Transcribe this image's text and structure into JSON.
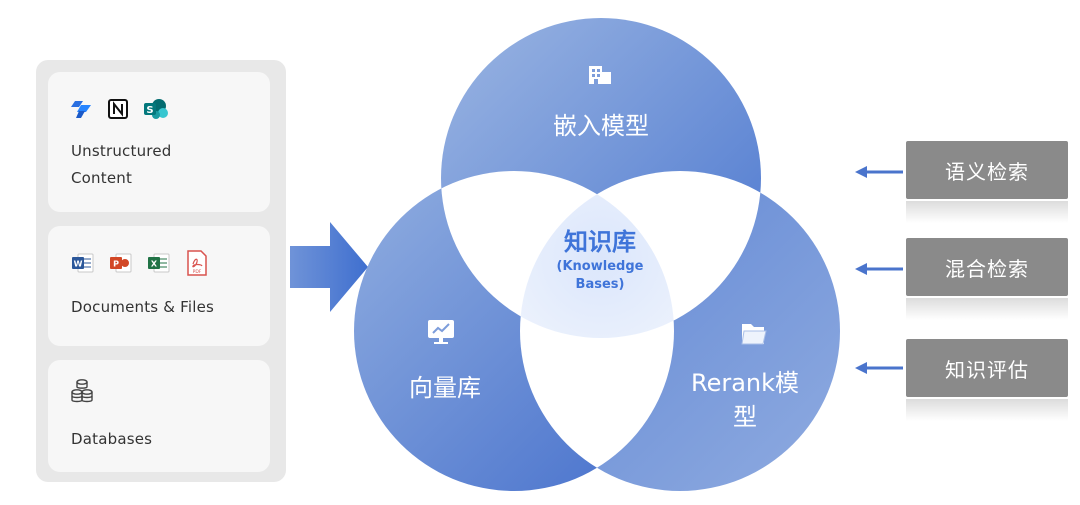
{
  "sources": {
    "unstructured_label_line1": "Unstructured",
    "unstructured_label_line2": "Content",
    "unstructured_icons": [
      "jira-icon",
      "notion-icon",
      "sharepoint-icon"
    ],
    "documents_label": "Documents & Files",
    "documents_icons": [
      "word-icon",
      "powerpoint-icon",
      "excel-icon",
      "pdf-icon"
    ],
    "databases_label": "Databases",
    "databases_icons": [
      "database-icon"
    ]
  },
  "venn": {
    "top_label": "嵌入模型",
    "top_icon": "building-icon",
    "left_label": "向量库",
    "left_icon": "monitor-chart-icon",
    "right_label_line1": "Rerank模",
    "right_label_line2": "型",
    "right_icon": "folder-icon",
    "center_title": "知识库",
    "center_sub_line1": "(Knowledge",
    "center_sub_line2": "Bases)"
  },
  "actions": [
    "语义检索",
    "混合检索",
    "知识评估"
  ],
  "colors": {
    "circle_light": "#8aa8dd",
    "circle_dark": "#4a74cc",
    "accent_text": "#3f74d9",
    "action_bg": "#8a8a8a",
    "arrow": "#4a74cc"
  }
}
